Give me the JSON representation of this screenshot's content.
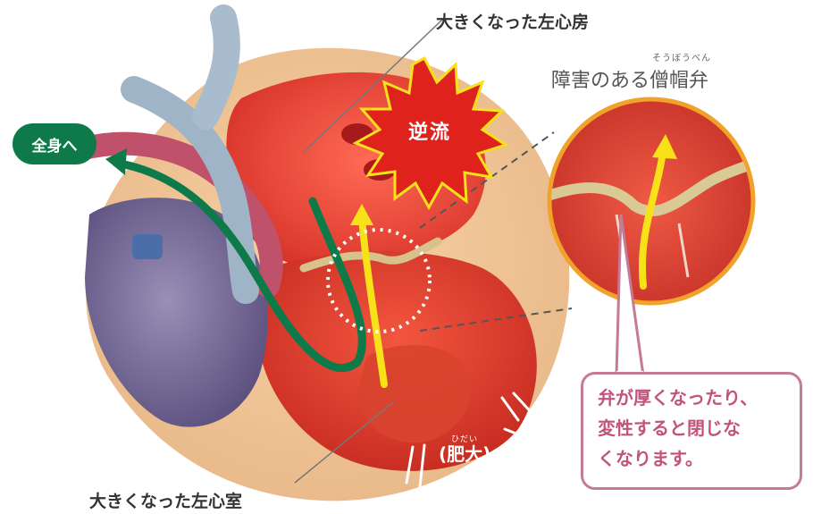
{
  "labels": {
    "enlarged_atrium": "大きくなった左心房",
    "enlarged_ventricle": "大きくなった左心室",
    "valve_title": "障害のある僧帽弁",
    "valve_ruby": "そうぼうべん",
    "to_body": "全身へ",
    "regurgitation": "逆流",
    "hypertrophy": "(肥大)",
    "hypertrophy_ruby": "ひだい"
  },
  "callout": {
    "line1": "弁が厚くなったり、",
    "line2": "変性すると閉じな",
    "line3": "くなります。"
  },
  "colors": {
    "green_arrow": "#0e7a4a",
    "yellow_arrow": "#f7e21a",
    "burst_fill": "#e0221c",
    "burst_stroke": "#f7e21a",
    "callout_border": "#c57a98",
    "callout_text": "#c2537d",
    "zoom_ring": "#f0a22a"
  }
}
